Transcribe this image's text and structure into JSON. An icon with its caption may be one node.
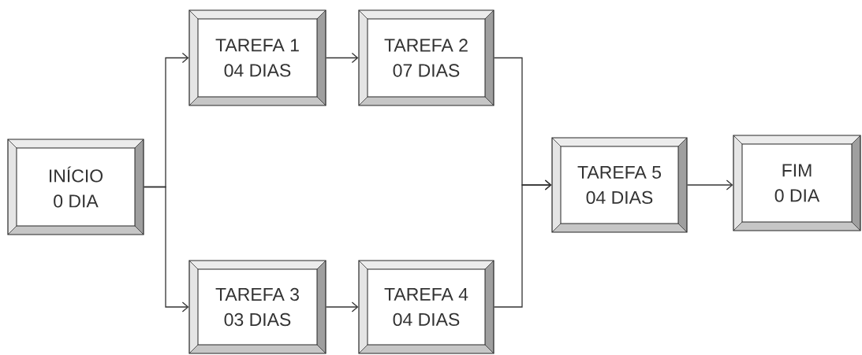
{
  "diagram": {
    "nodes": [
      {
        "text": [
          "INÍCIO",
          "0 DIA"
        ]
      },
      {
        "text": [
          "TAREFA 1",
          "04 DIAS"
        ]
      },
      {
        "text": [
          "TAREFA 2",
          "07 DIAS"
        ]
      },
      {
        "text": [
          "TAREFA 3",
          "03 DIAS"
        ]
      },
      {
        "text": [
          "TAREFA 4",
          "04 DIAS"
        ]
      },
      {
        "text": [
          "TAREFA 5",
          "04 DIAS"
        ]
      },
      {
        "text": [
          "FIM",
          "0 DIA"
        ]
      }
    ],
    "edges": [
      {
        "from": 0,
        "to": 1,
        "arrow": "to"
      },
      {
        "from": 0,
        "to": 3,
        "arrow": "to"
      },
      {
        "from": 1,
        "to": 2,
        "arrow": "to"
      },
      {
        "from": 3,
        "to": 4,
        "arrow": "to"
      },
      {
        "from": 2,
        "to": 5,
        "arrow": "to"
      },
      {
        "from": 4,
        "to": 5,
        "arrow": "to"
      },
      {
        "from": 5,
        "to": 6,
        "arrow": "to"
      }
    ]
  }
}
